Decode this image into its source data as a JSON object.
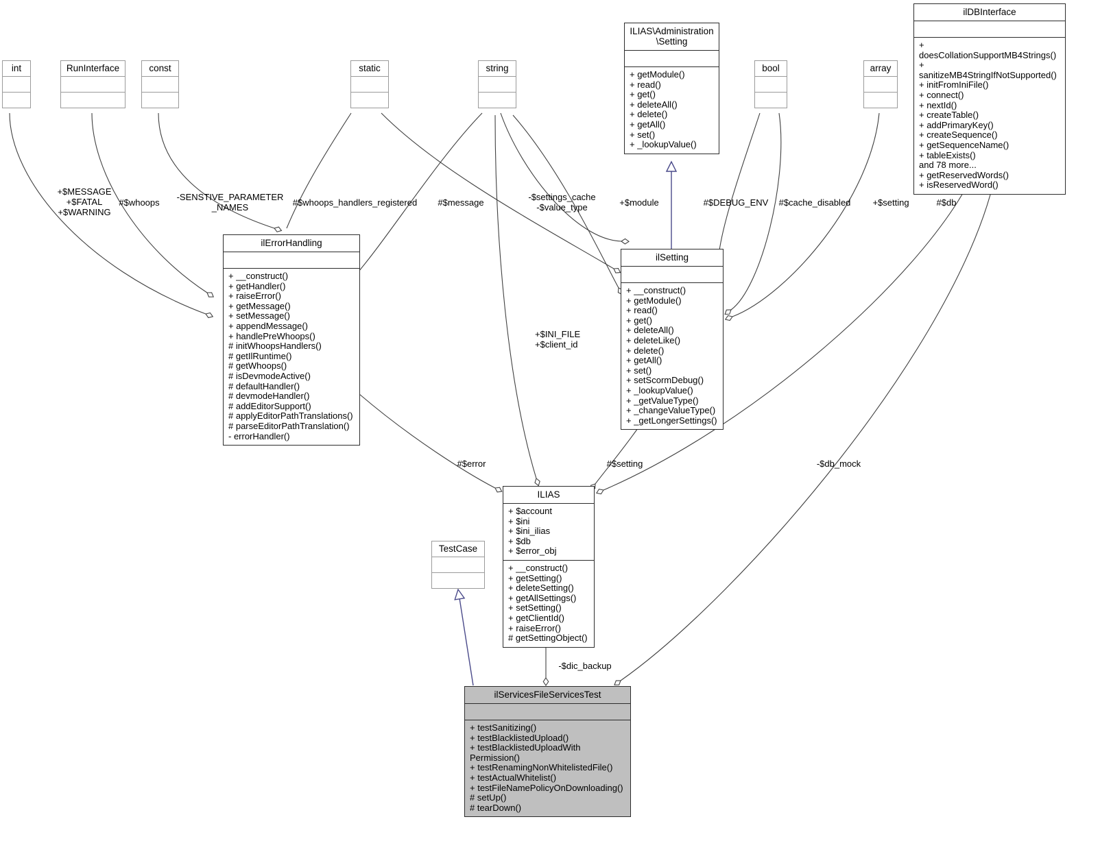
{
  "diagram": {
    "kind": "uml-class-collaboration-diagram",
    "root_class": "ilServicesFileServicesTest"
  },
  "nodes": {
    "int": {
      "name": "int",
      "attributes": [],
      "operations": []
    },
    "run_interface": {
      "name": "RunInterface",
      "attributes": [],
      "operations": []
    },
    "const": {
      "name": "const",
      "attributes": [],
      "operations": []
    },
    "static": {
      "name": "static",
      "attributes": [],
      "operations": []
    },
    "string": {
      "name": "string",
      "attributes": [],
      "operations": []
    },
    "bool": {
      "name": "bool",
      "attributes": [],
      "operations": []
    },
    "array": {
      "name": "array",
      "attributes": [],
      "operations": []
    },
    "test_case": {
      "name": "TestCase",
      "attributes": [],
      "operations": []
    },
    "administration_setting": {
      "name": "ILIAS\\Administration\n\\Setting",
      "attributes": [],
      "operations": [
        "+ getModule()",
        "+ read()",
        "+ get()",
        "+ deleteAll()",
        "+ delete()",
        "+ getAll()",
        "+ set()",
        "+ _lookupValue()"
      ]
    },
    "ildb_interface": {
      "name": "ilDBInterface",
      "attributes": [],
      "operations": [
        "+ doesCollationSupportMB4Strings()",
        "+ sanitizeMB4StringIfNotSupported()",
        "+ initFromIniFile()",
        "+ connect()",
        "+ nextId()",
        "+ createTable()",
        "+ addPrimaryKey()",
        "+ createSequence()",
        "+ getSequenceName()",
        "+ tableExists()",
        "and 78 more...",
        "+ getReservedWords()",
        "+ isReservedWord()"
      ]
    },
    "il_error_handling": {
      "name": "ilErrorHandling",
      "attributes": [],
      "operations": [
        "+ __construct()",
        "+ getHandler()",
        "+ raiseError()",
        "+ getMessage()",
        "+ setMessage()",
        "+ appendMessage()",
        "+ handlePreWhoops()",
        "# initWhoopsHandlers()",
        "# getIlRuntime()",
        "# getWhoops()",
        "# isDevmodeActive()",
        "# defaultHandler()",
        "# devmodeHandler()",
        "# addEditorSupport()",
        "# applyEditorPathTranslations()",
        "# parseEditorPathTranslation()",
        "- errorHandler()"
      ]
    },
    "il_setting": {
      "name": "ilSetting",
      "attributes": [],
      "operations": [
        "+ __construct()",
        "+ getModule()",
        "+ read()",
        "+ get()",
        "+ deleteAll()",
        "+ deleteLike()",
        "+ delete()",
        "+ getAll()",
        "+ set()",
        "+ setScormDebug()",
        "+ _lookupValue()",
        "+ _getValueType()",
        "+ _changeValueType()",
        "+ _getLongerSettings()"
      ]
    },
    "ilias": {
      "name": "ILIAS",
      "attributes": [
        "+ $account",
        "+ $ini",
        "+ $ini_ilias",
        "+ $db",
        "+ $error_obj"
      ],
      "operations": [
        "+ __construct()",
        "+ getSetting()",
        "+ deleteSetting()",
        "+ getAllSettings()",
        "+ setSetting()",
        "+ getClientId()",
        "+ raiseError()",
        "# getSettingObject()"
      ]
    },
    "il_services_file_services_test": {
      "name": "ilServicesFileServicesTest",
      "attributes": [],
      "operations": [
        "+ testSanitizing()",
        "+ testBlacklistedUpload()",
        "+ testBlacklistedUploadWith",
        "Permission()",
        "+ testRenamingNonWhitelistedFile()",
        "+ testActualWhitelist()",
        "+ testFileNamePolicyOnDownloading()",
        "# setUp()",
        "# tearDown()"
      ]
    }
  },
  "edge_labels": {
    "int_to_errorhandling": "+$MESSAGE\n+$FATAL\n+$WARNING",
    "runinterface_to_errorhandling": "#$whoops",
    "const_to_errorhandling": "-SENSTIVE_PARAMETER\n_NAMES",
    "static_to_errorhandling": "#$whoops_handlers_registered",
    "string_to_errorhandling": "#$message",
    "string_to_setting": "-$settings_cache\n-$value_type",
    "string_to_module": "+$module",
    "bool_debug_env": "#$DEBUG_ENV",
    "bool_cache_disabled": "#$cache_disabled",
    "array_setting": "+$setting",
    "ildb_db": "#$db",
    "string_ini_file": "+$INI_FILE\n+$client_id",
    "errorhandling_to_ilias": "#$error",
    "setting_to_ilias": "#$setting",
    "ildb_to_test": "-$db_mock",
    "ilias_to_test": "-$dic_backup"
  },
  "colors": {
    "node_border": "#2b2b2b",
    "tiny_border": "#9a9a9a",
    "edge": "#404040",
    "inheritance_edge": "#4a4a8a",
    "highlight_fill": "#bfbfbf",
    "background": "#ffffff",
    "text": "#000000"
  }
}
